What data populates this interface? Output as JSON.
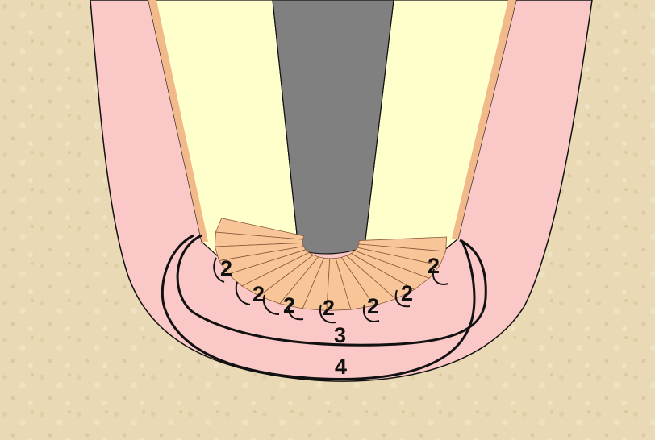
{
  "colors": {
    "background": "#e9d9b4",
    "background_speckle": "#d9c49a",
    "outer_tissue": "#fbc8c8",
    "lumen": "#808080",
    "column": "#ffffcc",
    "column_edge": "#f2b98a",
    "cell": "#f8c598",
    "outline": "#111111"
  },
  "labels": {
    "n2a": "2",
    "n2b": "2",
    "n2c": "2",
    "n2d": "2",
    "n2e": "2",
    "n2f": "2",
    "n2g": "2",
    "n3": "3",
    "n4": "4"
  }
}
